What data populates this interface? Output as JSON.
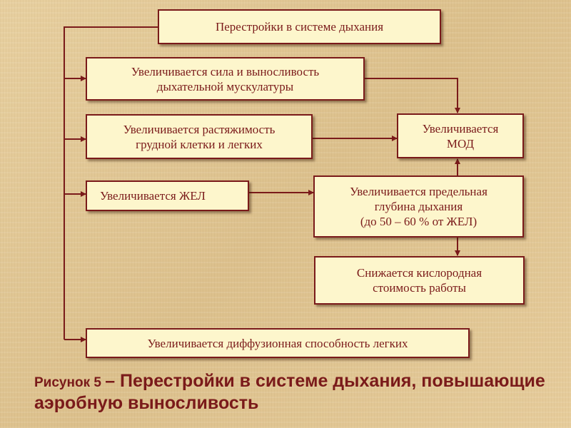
{
  "diagram": {
    "title": "Перестройки в системе дыхания",
    "boxes": {
      "strength": "Увеличивается сила и выносливость\nдыхательной мускулатуры",
      "extensibility": "Увеличивается растяжимость\nгрудной клетки и легких",
      "zhel": "Увеличивается ЖЕЛ",
      "mod": "Увеличивается\nМОД",
      "depth": "Увеличивается предельная\nглубина дыхания\n(до 50 – 60 % от ЖЕЛ)",
      "oxygen_cost": "Снижается кислородная\nстоимость работы",
      "diffusion": "Увеличивается диффузионная способность легких"
    },
    "line_color": "#7a1a1a",
    "box_fill": "#fdf6cc"
  },
  "caption": {
    "label": "Рисунок 5 ",
    "text": "– Перестройки в системе дыхания, повышающие аэробную выносливость"
  }
}
